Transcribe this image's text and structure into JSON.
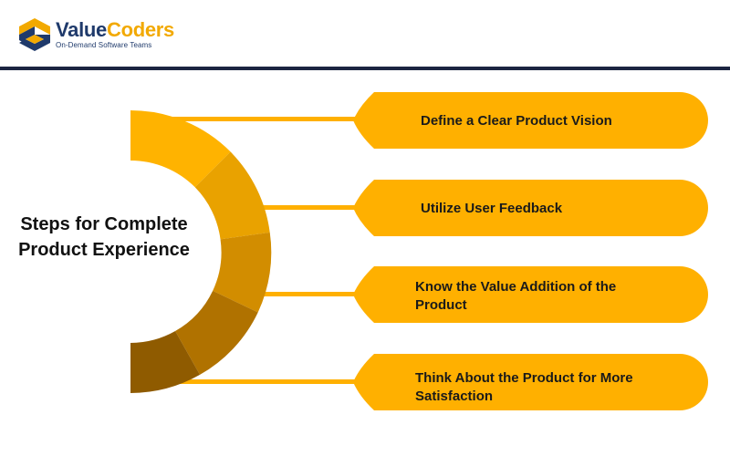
{
  "brand": {
    "name_part1": "Value",
    "name_part2": "Coders",
    "tagline": "On-Demand Software Teams",
    "logo_icon": "valuecoders-cube-logo"
  },
  "diagram": {
    "title": "Steps for Complete Product Experience",
    "steps": [
      {
        "label": "Define a Clear Product Vision"
      },
      {
        "label": "Utilize User Feedback"
      },
      {
        "label": "Know the Value Addition of the Product"
      },
      {
        "label": "Think About the Product for More Satisfaction"
      }
    ],
    "colors": {
      "pill": "#ffb000",
      "connector": "#ffb000",
      "ring_segments": [
        "#ffb300",
        "#e9a200",
        "#d28d00",
        "#b07200",
        "#8f5b00"
      ],
      "header_rule": "#1c2541",
      "brand_dark": "#1f3a6b",
      "brand_accent": "#f2a900"
    }
  }
}
